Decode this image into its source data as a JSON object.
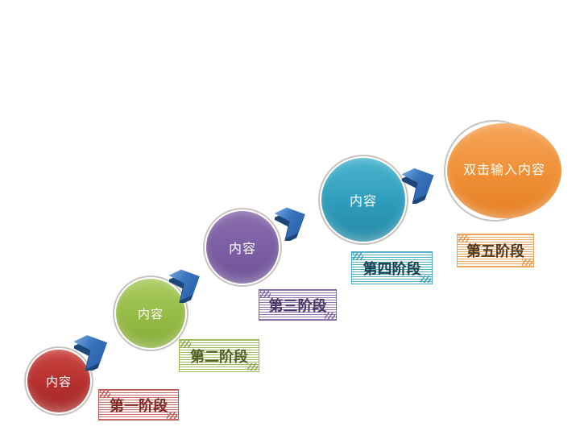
{
  "slide": {
    "background_color": "#ffffff",
    "description": "Five-stage staircase diagram with circles, chevron arrows and striped stage labels"
  },
  "stages": [
    {
      "circle_label": "内容",
      "stage_label": "第一阶段",
      "circle_color": "#b42f2e",
      "stripe_color": "#c25754",
      "label_text_color": "#7f2a25"
    },
    {
      "circle_label": "内容",
      "stage_label": "第二阶段",
      "circle_color": "#95ba45",
      "stripe_color": "#9bbb59",
      "label_text_color": "#4f6228"
    },
    {
      "circle_label": "内容",
      "stage_label": "第三阶段",
      "circle_color": "#7a5da2",
      "stripe_color": "#8064a2",
      "label_text_color": "#493563"
    },
    {
      "circle_label": "内容",
      "stage_label": "第四阶段",
      "circle_color": "#2d9cba",
      "stripe_color": "#4bacc6",
      "label_text_color": "#17404d"
    },
    {
      "circle_label": "双击输入内容",
      "stage_label": "第五阶段",
      "circle_color": "#ef8f35",
      "stripe_color": "#f2a158",
      "label_text_color": "#4d3b22"
    }
  ],
  "arrows": {
    "icon": "chevron-right-icon",
    "fill_color": "#2f6db8",
    "depth_color": "#1b4677",
    "ring_color": "#c8c3bf"
  }
}
